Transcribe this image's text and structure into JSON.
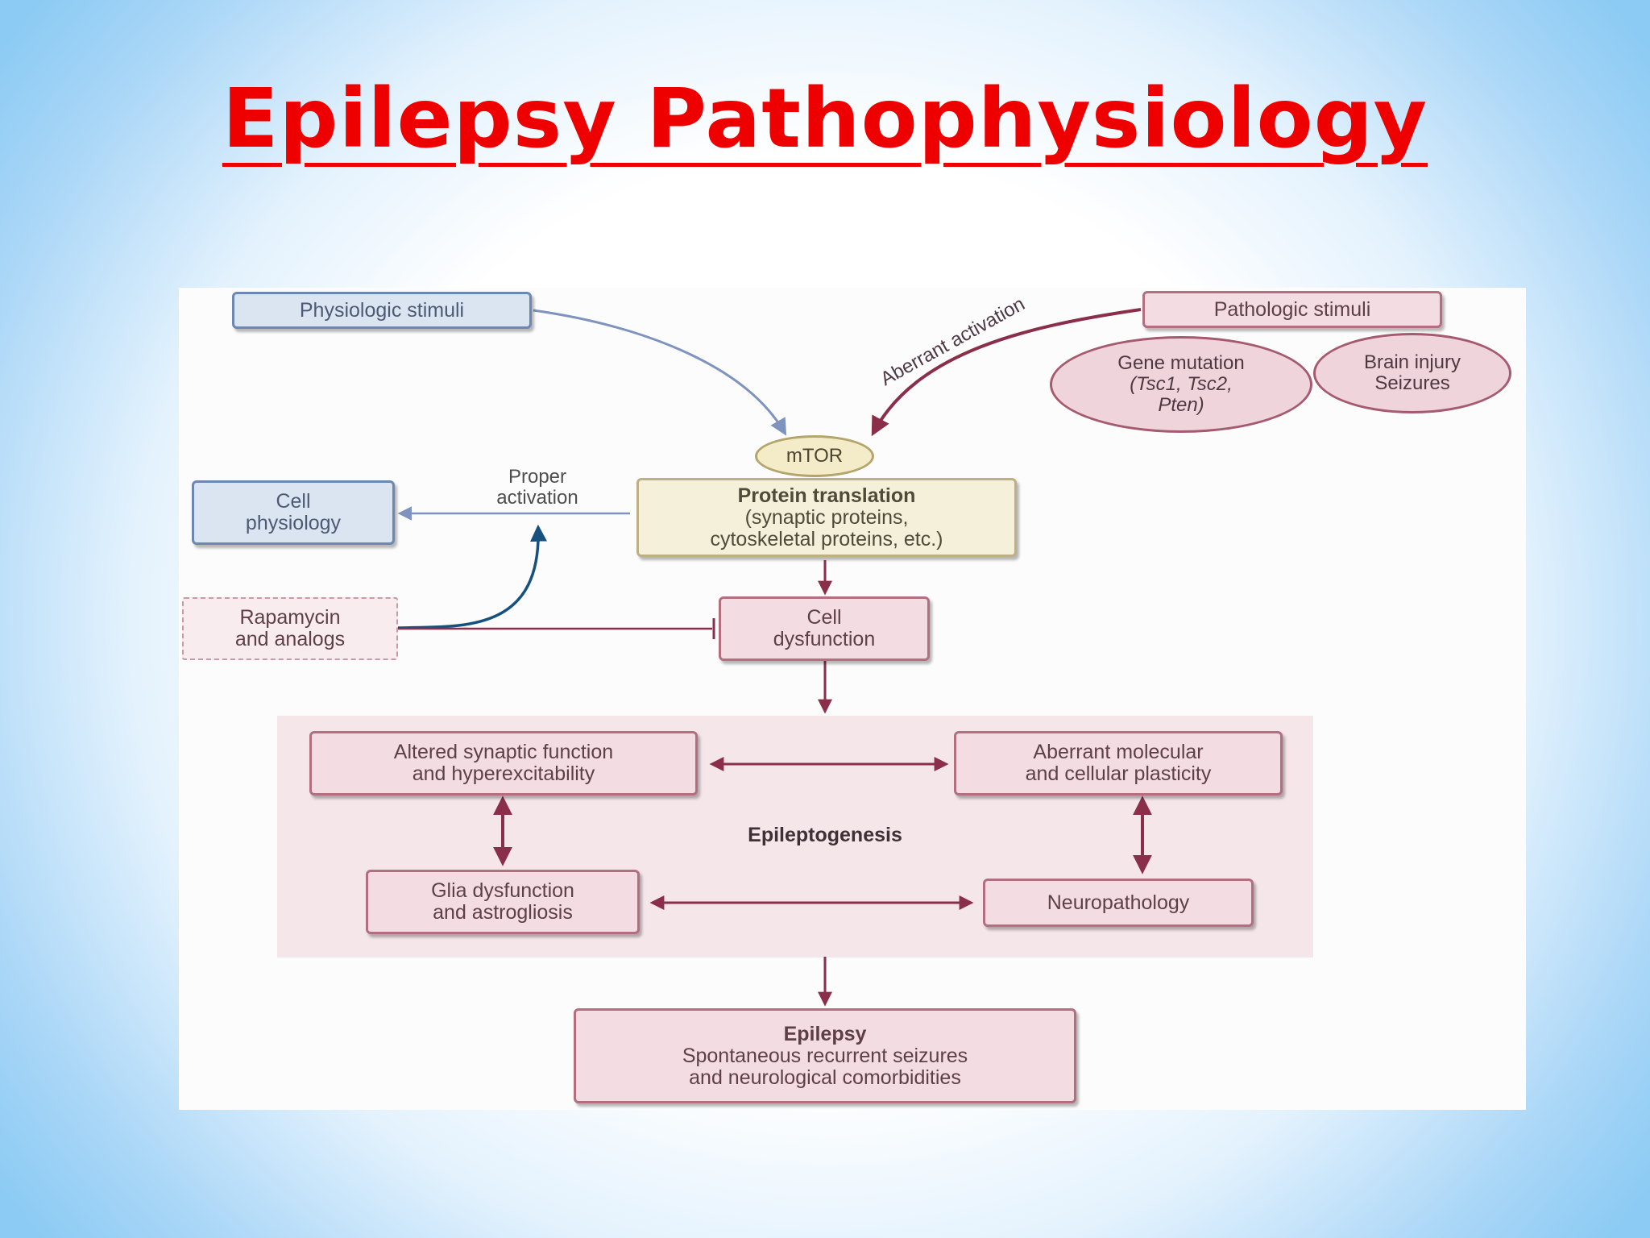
{
  "slide": {
    "title": "Epilepsy Pathophysiology",
    "title_color": "#ee0000",
    "background_edge_color": "#8ccbf4"
  },
  "diagram": {
    "physiologic_stimuli": "Physiologic stimuli",
    "pathologic_stimuli": "Pathologic stimuli",
    "aberrant_activation": "Aberrant activation",
    "gene_mutation": {
      "line1": "Gene mutation",
      "line2": "(Tsc1, Tsc2,",
      "line3": "Pten)"
    },
    "brain_injury": {
      "line1": "Brain injury",
      "line2": "Seizures"
    },
    "mtor": "mTOR",
    "protein_translation": {
      "title": "Protein translation",
      "line1": "(synaptic proteins,",
      "line2": "cytoskeletal proteins, etc.)"
    },
    "proper_activation": {
      "line1": "Proper",
      "line2": "activation"
    },
    "cell_physiology": {
      "line1": "Cell",
      "line2": "physiology"
    },
    "rapamycin": {
      "line1": "Rapamycin",
      "line2": "and analogs"
    },
    "cell_dysfunction": {
      "line1": "Cell",
      "line2": "dysfunction"
    },
    "epileptogenesis": "Epileptogenesis",
    "altered_synaptic": {
      "line1": "Altered synaptic function",
      "line2": "and hyperexcitability"
    },
    "aberrant_molecular": {
      "line1": "Aberrant molecular",
      "line2": "and cellular plasticity"
    },
    "glia_dysfunction": {
      "line1": "Glia dysfunction",
      "line2": "and astrogliosis"
    },
    "neuropathology": "Neuropathology",
    "epilepsy": {
      "title": "Epilepsy",
      "line1": "Spontaneous recurrent seizures",
      "line2": "and neurological comorbidities"
    },
    "colors": {
      "physiologic_arrow": "#7e93bd",
      "pathologic_arrow": "#8a2e4a",
      "rapamycin_arrow": "#16507f",
      "flow_arrow": "#8a2e4a"
    }
  }
}
